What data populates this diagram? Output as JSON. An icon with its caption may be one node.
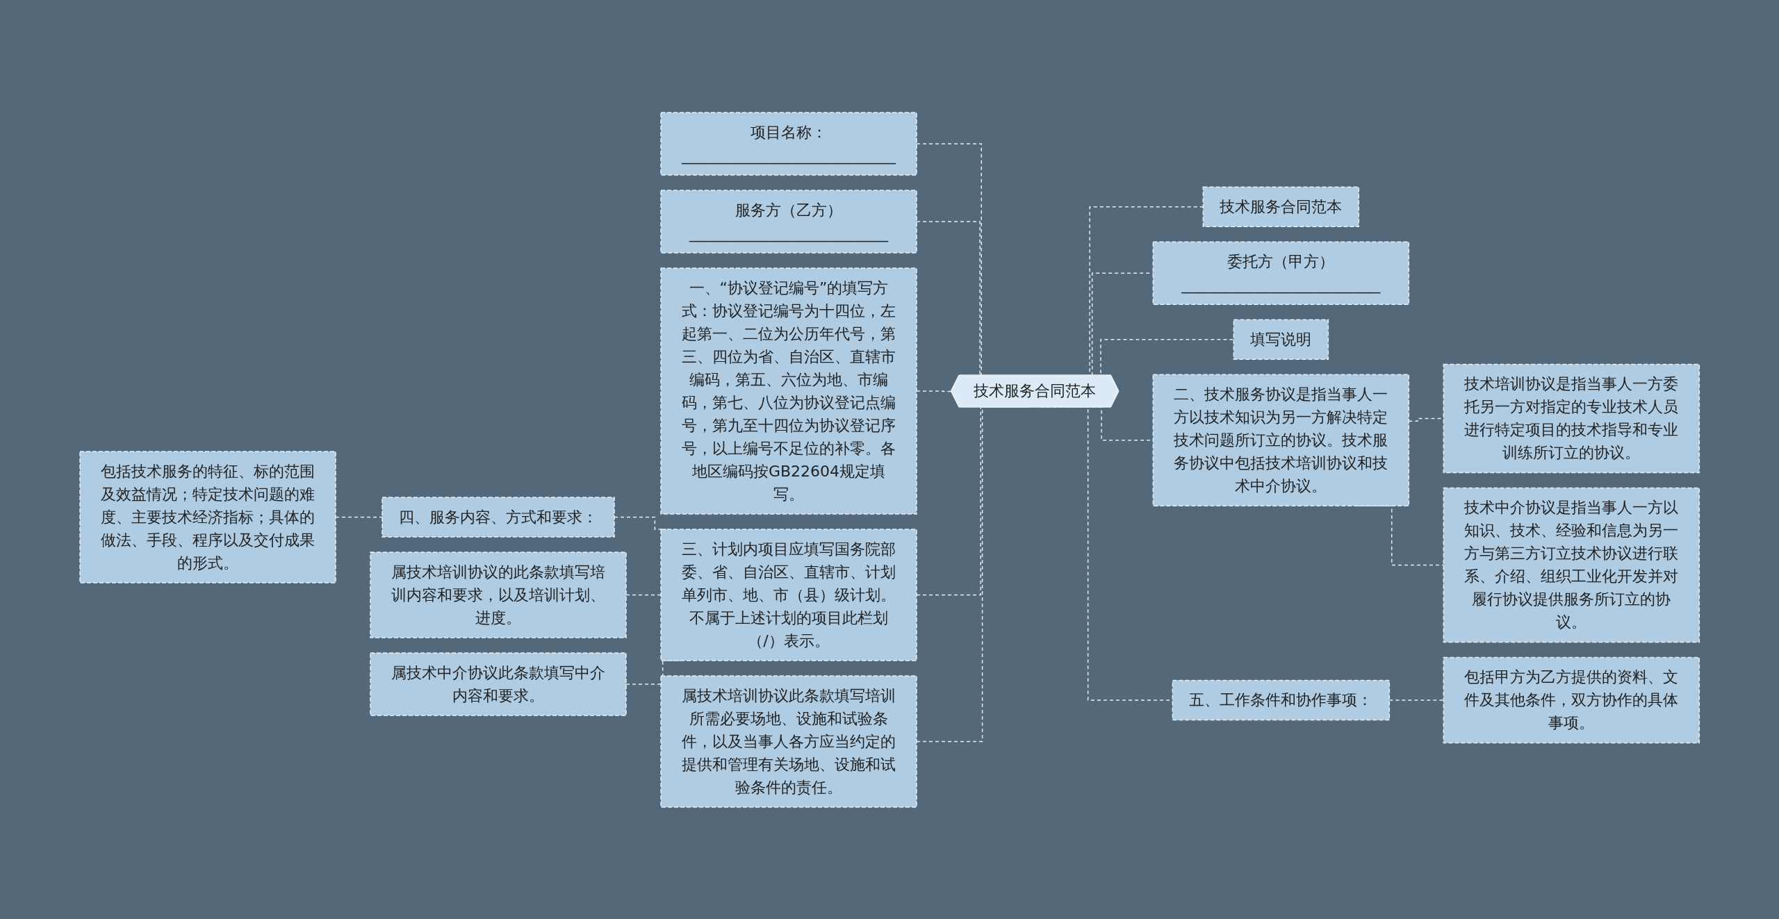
{
  "diagram": {
    "nodes": [
      {
        "text": [
          "技术服务合同范本"
        ]
      },
      {
        "text": [
          "项目名称：____________________________"
        ]
      },
      {
        "text": [
          "服务方（乙方）__________________________"
        ]
      },
      {
        "text": [
          "一、“协议登记编号”的填写方式：协议登记编号为十四位，左起第一、二位为公历年代号，第三、四位为省、自治区、直辖市编码，第五、六位为地、市编码，第七、八位为协议登记点编号，第九至十四位为协议登记序号，以上编号不足位的补零。各地区编码按GB22604规定填写。"
        ]
      },
      {
        "text": [
          "三、计划内项目应填写国务院部委、省、自治区、直辖市、计划单列市、地、市（县）级计划。不属于上述计划的项目此栏划（/）表示。"
        ]
      },
      {
        "text": [
          "四、服务内容、方式和要求："
        ]
      },
      {
        "text": [
          "包括技术服务的特征、标的范围及效益情况；特定技术问题的难度、主要技术经济指标；具体的做法、手段、程序以及交付成果的形式。"
        ]
      },
      {
        "text": [
          "属技术培训协议的此条款填写培训内容和要求，以及培训计划、进度。"
        ]
      },
      {
        "text": [
          "属技术中介协议此条款填写中介内容和要求。"
        ]
      },
      {
        "text": [
          "属技术培训协议此条款填写培训所需必要场地、设施和试验条件，以及当事人各方应当约定的提供和管理有关场地、设施和试验条件的责任。"
        ]
      },
      {
        "text": [
          "技术服务合同范本"
        ]
      },
      {
        "text": [
          "委托方（甲方）__________________________"
        ]
      },
      {
        "text": [
          "填写说明"
        ]
      },
      {
        "text": [
          "二、技术服务协议是指当事人一方以技术知识为另一方解决特定技术问题所订立的协议。技术服务协议中包括技术培训协议和技术中介协议。"
        ]
      },
      {
        "text": [
          "技术培训协议是指当事人一方委托另一方对指定的专业技术人员进行特定项目的技术指导和专业训练所订立的协议。"
        ]
      },
      {
        "text": [
          "技术中介协议是指当事人一方以知识、技术、经验和信息为另一方与第三方订立技术协议进行联系、介绍、组织工业化开发并对履行协议提供服务所订立的协议。"
        ]
      },
      {
        "text": [
          "五、工作条件和协作事项："
        ]
      },
      {
        "text": [
          "包括甲方为乙方提供的资料、文件及其他条件，双方协作的具体事项。"
        ]
      }
    ],
    "edges": [
      {
        "from": 1,
        "to": 0,
        "arrow": "none",
        "style": "dashed"
      },
      {
        "from": 2,
        "to": 0,
        "arrow": "none",
        "style": "dashed"
      },
      {
        "from": 3,
        "to": 0,
        "arrow": "none",
        "style": "dashed"
      },
      {
        "from": 4,
        "to": 0,
        "arrow": "none",
        "style": "dashed"
      },
      {
        "from": 5,
        "to": 4,
        "arrow": "none",
        "style": "dashed"
      },
      {
        "from": 6,
        "to": 5,
        "arrow": "none",
        "style": "dashed"
      },
      {
        "from": 7,
        "to": 4,
        "arrow": "none",
        "style": "dashed"
      },
      {
        "from": 8,
        "to": 4,
        "arrow": "none",
        "style": "dashed"
      },
      {
        "from": 9,
        "to": 0,
        "arrow": "none",
        "style": "dashed"
      },
      {
        "from": 0,
        "to": 10,
        "arrow": "none",
        "style": "dashed"
      },
      {
        "from": 0,
        "to": 11,
        "arrow": "none",
        "style": "dashed"
      },
      {
        "from": 0,
        "to": 12,
        "arrow": "none",
        "style": "dashed"
      },
      {
        "from": 0,
        "to": 13,
        "arrow": "none",
        "style": "dashed"
      },
      {
        "from": 13,
        "to": 14,
        "arrow": "none",
        "style": "dashed"
      },
      {
        "from": 13,
        "to": 15,
        "arrow": "none",
        "style": "dashed"
      },
      {
        "from": 0,
        "to": 16,
        "arrow": "none",
        "style": "dashed"
      },
      {
        "from": 16,
        "to": 17,
        "arrow": "none",
        "style": "dashed"
      }
    ]
  }
}
